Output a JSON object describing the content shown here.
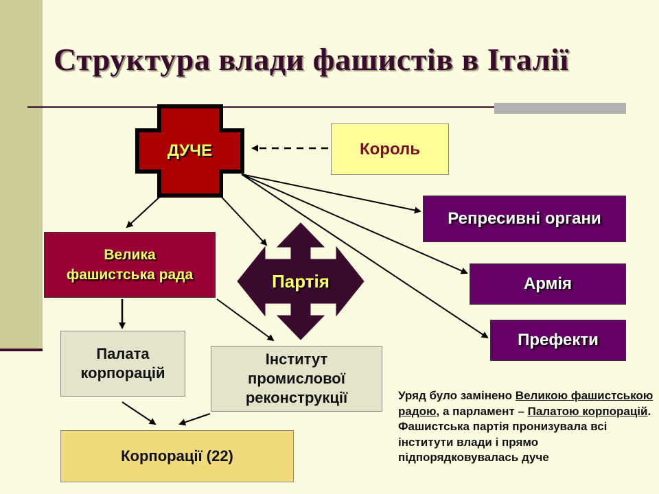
{
  "title": "Структура влади фашистів в Італії",
  "nodes": {
    "duce": "ДУЧЕ",
    "korol": "Король",
    "repressive": "Репресивні органи",
    "army": "Армія",
    "prefects": "Префекти",
    "rada_line1": "Велика",
    "rada_line2": "фашистська рада",
    "partia": "Партія",
    "palata_line1": "Палата",
    "palata_line2": "корпорацій",
    "inst_line1": "Інститут",
    "inst_line2": "промислової",
    "inst_line3": "реконструкції",
    "korporatsii": "Корпорації (22)"
  },
  "note": {
    "p1": "Уряд було замінено ",
    "u1": "Великою фашистською радою",
    "p2": ", а парламент – ",
    "u2": "Палатою корпорацій",
    "p3": ". Фашистська партія пронизувала всі інститути влади і прямо підпорядковувалась дуче"
  },
  "colors": {
    "background": "#fbfbe0",
    "duce_cross": "#aa0000",
    "purple": "#660066",
    "rada": "#990033",
    "partia": "#3a0a2e",
    "label_yellow": "#ffff66"
  }
}
